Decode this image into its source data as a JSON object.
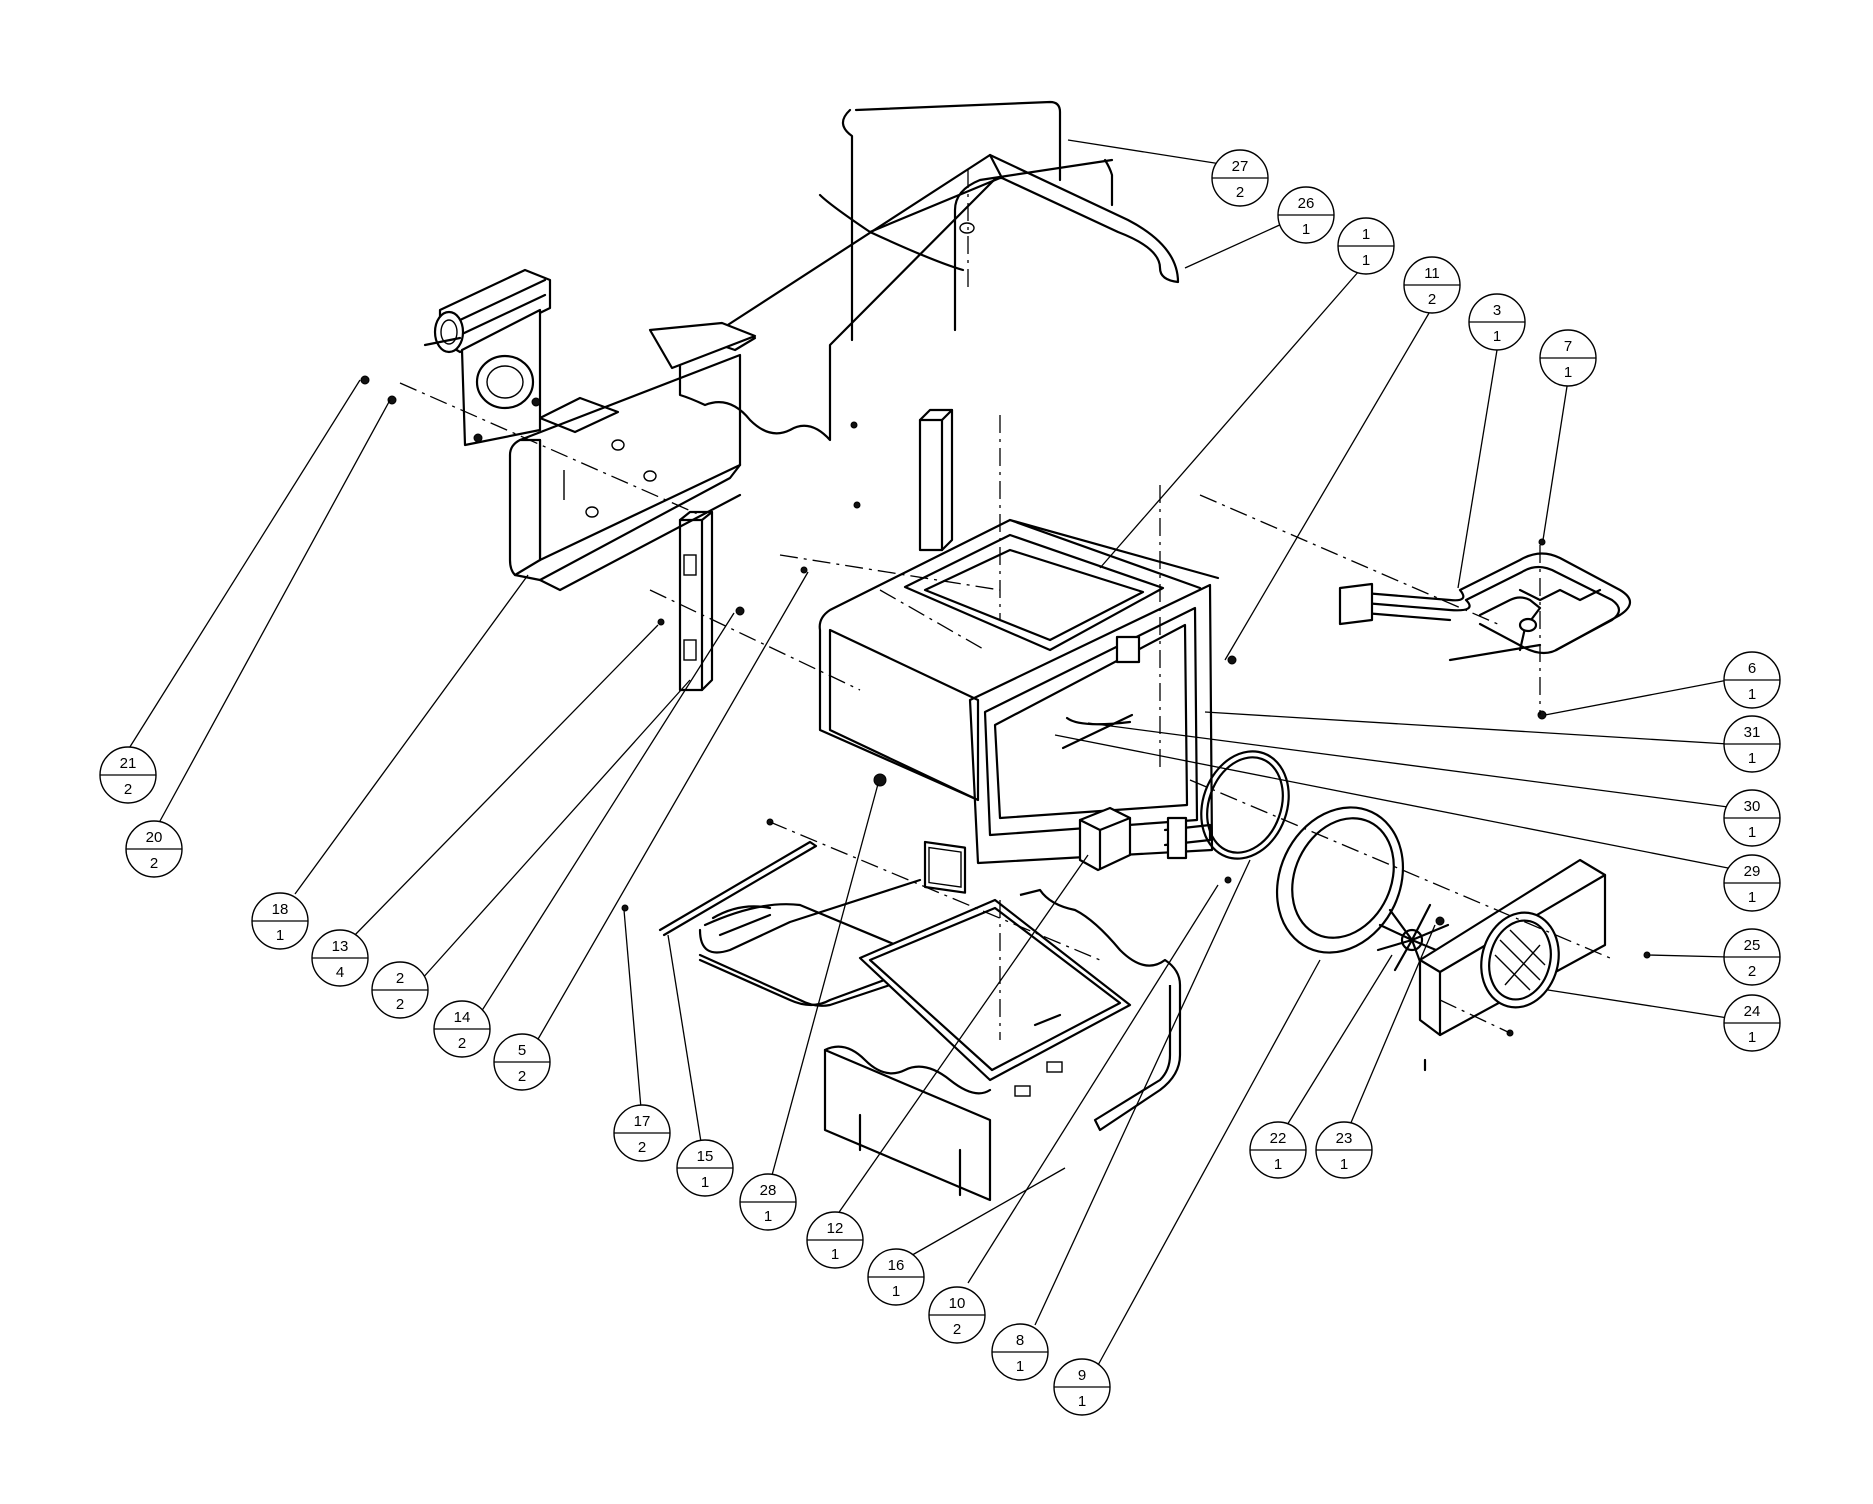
{
  "diagram": {
    "balloons": [
      {
        "id": "b27",
        "item": "27",
        "qty": "2"
      },
      {
        "id": "b26",
        "item": "26",
        "qty": "1"
      },
      {
        "id": "b1",
        "item": "1",
        "qty": "1"
      },
      {
        "id": "b11",
        "item": "11",
        "qty": "2"
      },
      {
        "id": "b3",
        "item": "3",
        "qty": "1"
      },
      {
        "id": "b7",
        "item": "7",
        "qty": "1"
      },
      {
        "id": "b6",
        "item": "6",
        "qty": "1"
      },
      {
        "id": "b31",
        "item": "31",
        "qty": "1"
      },
      {
        "id": "b30",
        "item": "30",
        "qty": "1"
      },
      {
        "id": "b29",
        "item": "29",
        "qty": "1"
      },
      {
        "id": "b25",
        "item": "25",
        "qty": "2"
      },
      {
        "id": "b24",
        "item": "24",
        "qty": "1"
      },
      {
        "id": "b21",
        "item": "21",
        "qty": "2"
      },
      {
        "id": "b20",
        "item": "20",
        "qty": "2"
      },
      {
        "id": "b18",
        "item": "18",
        "qty": "1"
      },
      {
        "id": "b13",
        "item": "13",
        "qty": "4"
      },
      {
        "id": "b2",
        "item": "2",
        "qty": "2"
      },
      {
        "id": "b14",
        "item": "14",
        "qty": "2"
      },
      {
        "id": "b5",
        "item": "5",
        "qty": "2"
      },
      {
        "id": "b17",
        "item": "17",
        "qty": "2"
      },
      {
        "id": "b15",
        "item": "15",
        "qty": "1"
      },
      {
        "id": "b28",
        "item": "28",
        "qty": "1"
      },
      {
        "id": "b12",
        "item": "12",
        "qty": "1"
      },
      {
        "id": "b16",
        "item": "16",
        "qty": "1"
      },
      {
        "id": "b10",
        "item": "10",
        "qty": "2"
      },
      {
        "id": "b8",
        "item": "8",
        "qty": "1"
      },
      {
        "id": "b9",
        "item": "9",
        "qty": "1"
      },
      {
        "id": "b22",
        "item": "22",
        "qty": "1"
      },
      {
        "id": "b23",
        "item": "23",
        "qty": "1"
      }
    ]
  }
}
